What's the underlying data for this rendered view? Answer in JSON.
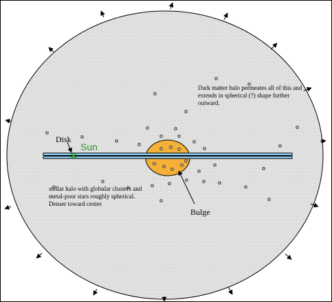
{
  "labels": {
    "dark_matter_note": "Dark matter halo permeates all of this and extends in spherical (?) shape further outward.",
    "stellar_halo_note": "stellar halo with globular clusters and metal-poor stars roughly spherical. Denser toward center",
    "disk": "Disk",
    "sun": "Sun",
    "bulge": "Bulge"
  },
  "colors": {
    "halo_fill": "#e7e7e7",
    "halo_stipple": "#a9a9a9",
    "disk_fill": "#8fd0f2",
    "disk_core": "#000000",
    "bulge_fill": "#f4b038",
    "sun_marker": "#2e9a2e",
    "outline": "#000000"
  },
  "icons": {
    "outward_arrow": "arrow-icon",
    "globular_cluster": "hollow-square-icon",
    "sun_marker": "cross-marker-icon"
  }
}
